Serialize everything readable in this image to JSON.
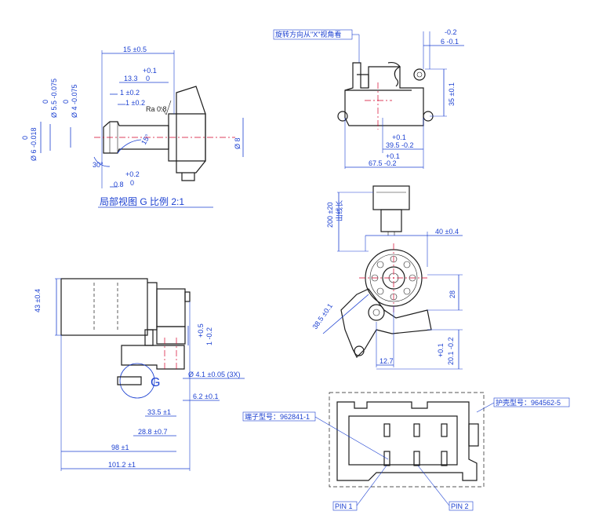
{
  "detail_view": {
    "caption": "局部视图 G 比例 2:1",
    "dim_length": "15 ±0.5",
    "dim_13_3": "13.3",
    "dim_13_3_tol_up": "+0.1",
    "dim_13_3_tol_dn": "0",
    "dim_1_a": "1 ±0.2",
    "dim_1_b": "1 ±0.2",
    "roughness": "Ra 0.8",
    "dim_dia_5_5": "Ø 5.5 -0.075",
    "dim_dia_5_5_tol": "0",
    "dim_dia_4": "Ø 4 -0.075",
    "dim_dia_4_tol": "0",
    "dim_dia_6": "Ø 6 -0.018",
    "dim_dia_6_tol": "0",
    "dim_dia_8": "Ø 8",
    "angle_15": "15°",
    "angle_30": "30°",
    "dim_0_8": "0.8",
    "dim_0_8_tol_up": "+0.2",
    "dim_0_8_tol_dn": "0"
  },
  "top_view": {
    "note": "旋转方向从\"X\"视角看",
    "dim_6": "6 -0.1",
    "dim_6_tol": "-0.2",
    "dim_35": "35 ±0.1",
    "dim_39_5": "39.5 -0.2",
    "dim_39_5_tol": "+0.1",
    "dim_67_5": "67.5 -0.2",
    "dim_67_5_tol": "+0.1"
  },
  "side_view": {
    "dim_43": "43 ±0.4",
    "dim_1": "1 -0.2",
    "dim_1_tol": "+0.5",
    "dim_hole": "Ø 4.1 ±0.05 (3X)",
    "dim_6_2": "6.2 ±0.1",
    "dim_33_5": "33.5 ±1",
    "dim_28_8": "28.8 ±0.7",
    "dim_98": "98 ±1",
    "dim_101_2": "101.2 ±1",
    "view_letter": "G"
  },
  "front_view": {
    "dim_200": "200 ±20",
    "lead_label": "出线长",
    "dim_40": "40 ±0.4",
    "dim_28": "28",
    "dim_38_5": "38.5 ±0.1",
    "dim_12_7": "12.7",
    "dim_20_1": "20.1 -0.2",
    "dim_20_1_tol": "+0.1"
  },
  "connector": {
    "terminal_label": "端子型号：962841-1",
    "housing_label": "护壳型号：964562-5",
    "pin1": "PIN 1",
    "pin2": "PIN 2"
  }
}
